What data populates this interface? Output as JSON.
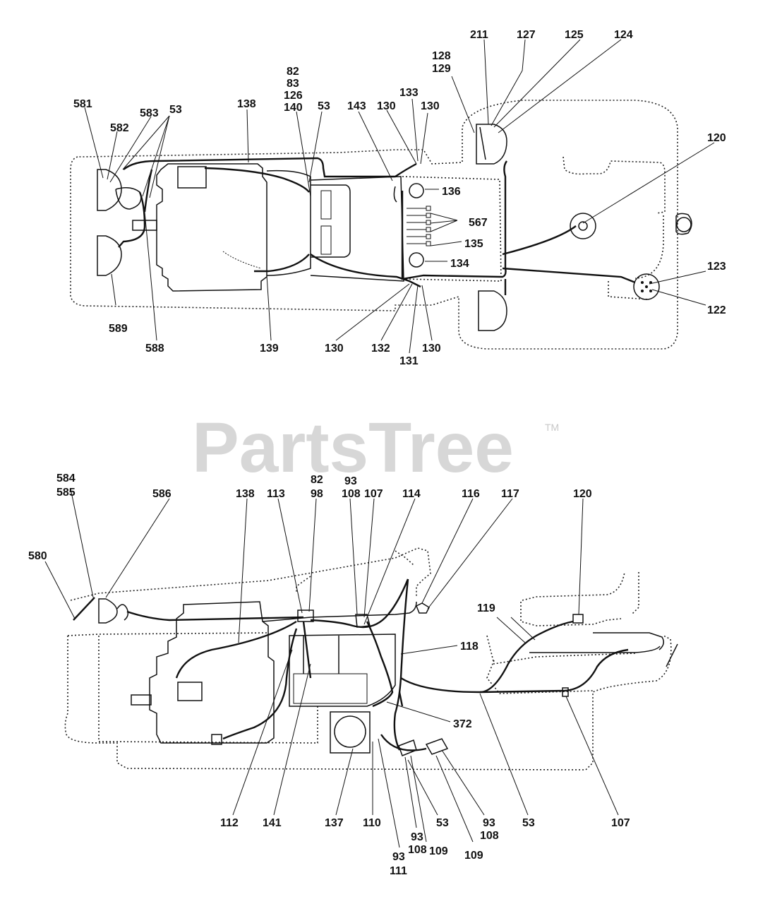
{
  "watermark": {
    "text": "PartsTree",
    "tm": "TM"
  },
  "top_labels": [
    "581",
    "582",
    "583",
    "53",
    "138",
    "82",
    "83",
    "126",
    "140",
    "53",
    "143",
    "130",
    "133",
    "130",
    "128",
    "129",
    "211",
    "127",
    "125",
    "124",
    "120",
    "136",
    "567",
    "135",
    "134",
    "123",
    "122",
    "589",
    "588",
    "139",
    "130",
    "132",
    "131",
    "130"
  ],
  "bottom_labels": [
    "584",
    "585",
    "586",
    "580",
    "138",
    "113",
    "82",
    "98",
    "93",
    "108",
    "107",
    "114",
    "116",
    "117",
    "120",
    "119",
    "118",
    "372",
    "112",
    "141",
    "137",
    "110",
    "93",
    "111",
    "93",
    "108",
    "109",
    "53",
    "93",
    "108",
    "109",
    "53",
    "107"
  ]
}
